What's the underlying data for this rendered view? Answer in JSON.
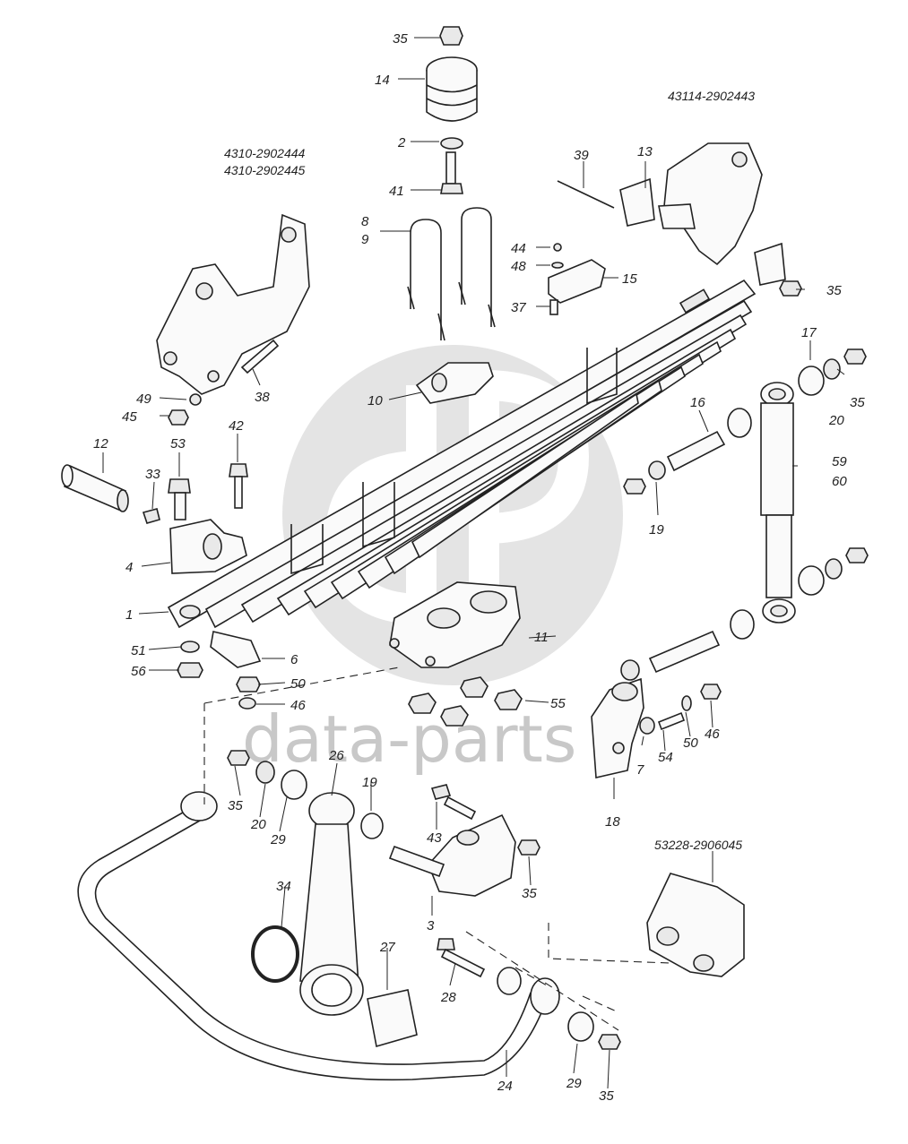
{
  "watermark": {
    "text": "data-parts"
  },
  "part_codes": {
    "bracket_left_1": "4310-2902444",
    "bracket_left_2": "4310-2902445",
    "bracket_right": "43114-2902443",
    "bracket_bottom": "53228-2906045"
  },
  "callouts": {
    "c35a": "35",
    "c14": "14",
    "c2": "2",
    "c41": "41",
    "c8": "8",
    "c9": "9",
    "c44": "44",
    "c48": "48",
    "c15": "15",
    "c37": "37",
    "c39": "39",
    "c13": "13",
    "c35b": "35",
    "c10": "10",
    "c38": "38",
    "c49": "49",
    "c45": "45",
    "c12": "12",
    "c53": "53",
    "c42": "42",
    "c33": "33",
    "c4": "4",
    "c1": "1",
    "c51": "51",
    "c56": "56",
    "c6": "6",
    "c50a": "50",
    "c46a": "46",
    "c11": "11",
    "c55": "55",
    "c17": "17",
    "c35c": "35",
    "c20a": "20",
    "c16": "16",
    "c59": "59",
    "c60": "60",
    "c19a": "19",
    "c7": "7",
    "c54": "54",
    "c50b": "50",
    "c46b": "46",
    "c18": "18",
    "c26": "26",
    "c19b": "19",
    "c35d": "35",
    "c20b": "20",
    "c29a": "29",
    "c43": "43",
    "c35e": "35",
    "c3": "3",
    "c34": "34",
    "c27": "27",
    "c28": "28",
    "c24": "24",
    "c29b": "29",
    "c35f": "35"
  }
}
